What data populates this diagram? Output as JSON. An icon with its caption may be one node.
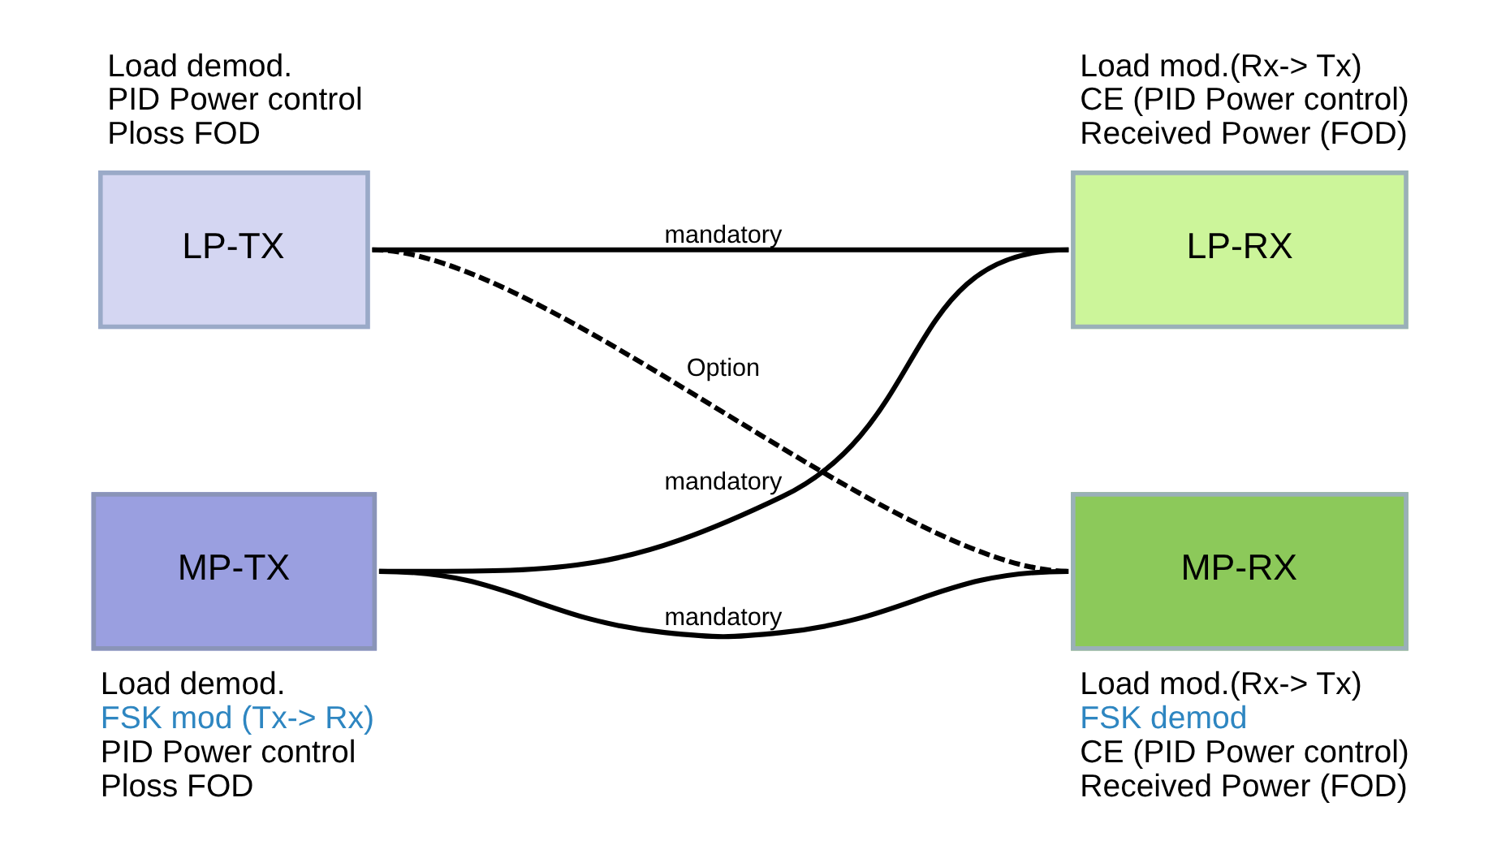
{
  "diagram": {
    "nodes": [
      {
        "text": [
          "LP-TX"
        ],
        "beside": [
          "Load demod.",
          "PID Power control",
          "Ploss FOD"
        ]
      },
      {
        "text": [
          "LP-RX"
        ],
        "beside": [
          "Load mod.(Rx-> Tx)",
          "CE (PID Power control)",
          "Received Power (FOD)"
        ]
      },
      {
        "text": [
          "MP-TX"
        ],
        "beside": [
          "Load demod.",
          "FSK mod (Tx-> Rx)",
          "PID Power control",
          "Ploss FOD"
        ]
      },
      {
        "text": [
          "MP-RX"
        ],
        "beside": [
          "Load mod.(Rx-> Tx)",
          "FSK demod",
          "CE (PID Power control)",
          "Received Power (FOD)"
        ]
      }
    ],
    "edges": [
      {
        "from": 0,
        "to": 1,
        "arrow": "none",
        "label": "mandatory"
      },
      {
        "from": 2,
        "to": 1,
        "arrow": "none",
        "label": "mandatory"
      },
      {
        "from": 0,
        "to": 3,
        "arrow": "none",
        "label": "Option",
        "style": "dashed"
      },
      {
        "from": 2,
        "to": 3,
        "arrow": "none",
        "label": "mandatory"
      }
    ]
  }
}
